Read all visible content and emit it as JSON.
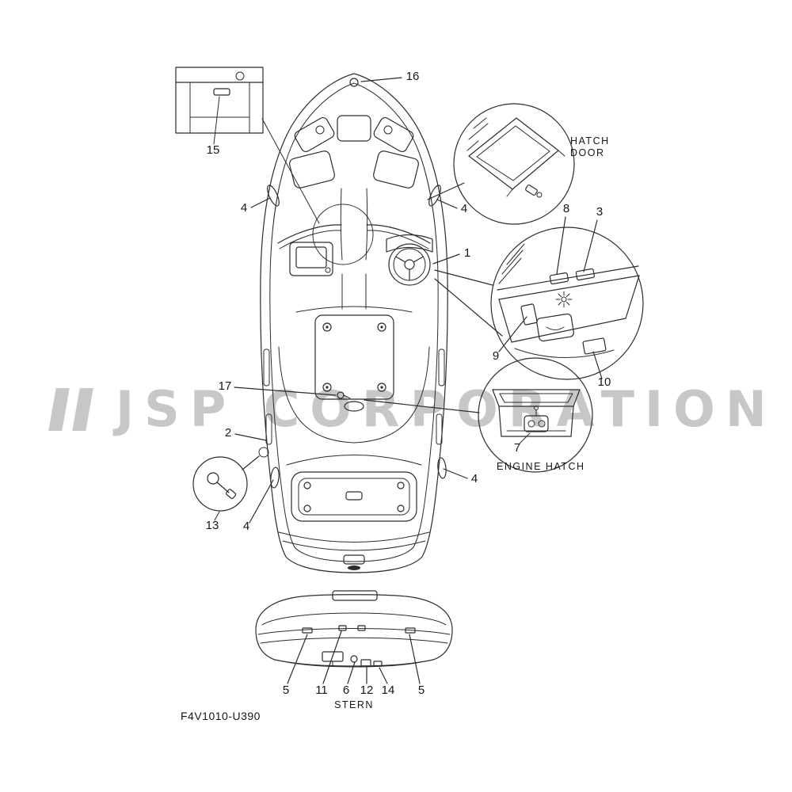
{
  "diagram": {
    "part_code": "F4V1010-U390",
    "watermark": "JSP CORPORATION",
    "labels": {
      "hatch_door_line1": "HATCH",
      "hatch_door_line2": "DOOR",
      "engine_hatch": "ENGINE HATCH",
      "stern": "STERN"
    },
    "parts": {
      "n1": "1",
      "n2": "2",
      "n3": "3",
      "n4a": "4",
      "n4b": "4",
      "n4c": "4",
      "n4d": "4",
      "n5a": "5",
      "n5b": "5",
      "n6": "6",
      "n7": "7",
      "n8": "8",
      "n9": "9",
      "n10": "10",
      "n11": "11",
      "n12": "12",
      "n13": "13",
      "n14": "14",
      "n15": "15",
      "n16": "16",
      "n17": "17"
    }
  }
}
